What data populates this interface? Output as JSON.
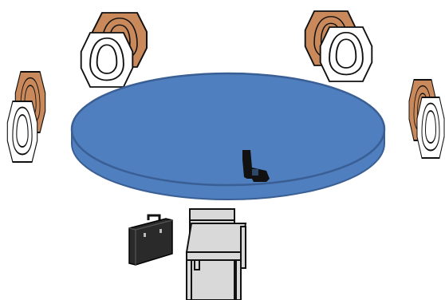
{
  "scene": {
    "description_items": [
      {
        "id": "table",
        "icon": "round-table",
        "color": "#4f7fbf",
        "edge_color": "#3a5f95"
      },
      {
        "id": "pistol",
        "icon": "pistol-icon",
        "color": "#111111"
      },
      {
        "id": "briefcase",
        "icon": "briefcase-icon",
        "color": "#2a2a2a"
      },
      {
        "id": "chair",
        "icon": "chair-icon",
        "color": "#d9d9d9"
      }
    ],
    "targets": [
      {
        "id": "target-far-left",
        "icon": "silhouette-target-icon",
        "back_color": "#c9895a"
      },
      {
        "id": "target-top-left",
        "icon": "silhouette-target-icon",
        "back_color": "#c9895a"
      },
      {
        "id": "target-top-right",
        "icon": "silhouette-target-icon",
        "back_color": "#c9895a"
      },
      {
        "id": "target-far-right",
        "icon": "silhouette-target-icon",
        "back_color": "#c9895a"
      }
    ]
  }
}
